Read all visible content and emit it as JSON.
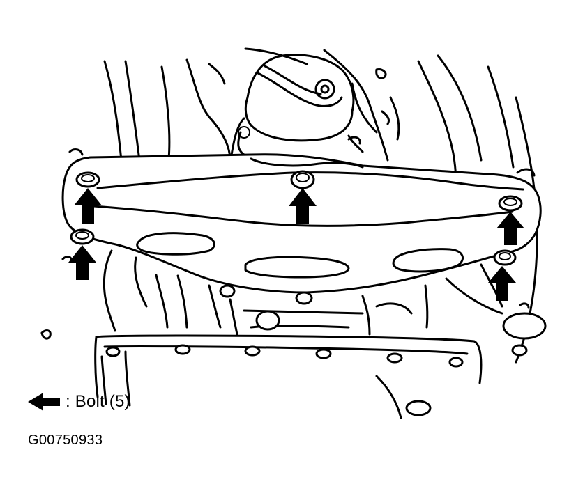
{
  "legend": {
    "icon": "arrow-left-icon",
    "text": ": Bolt (5)"
  },
  "figure_id": "G00750933",
  "colors": {
    "ink": "#000000",
    "paper": "#ffffff"
  },
  "callouts": {
    "bolt_count": 5,
    "icon": "arrow-up-icon"
  }
}
